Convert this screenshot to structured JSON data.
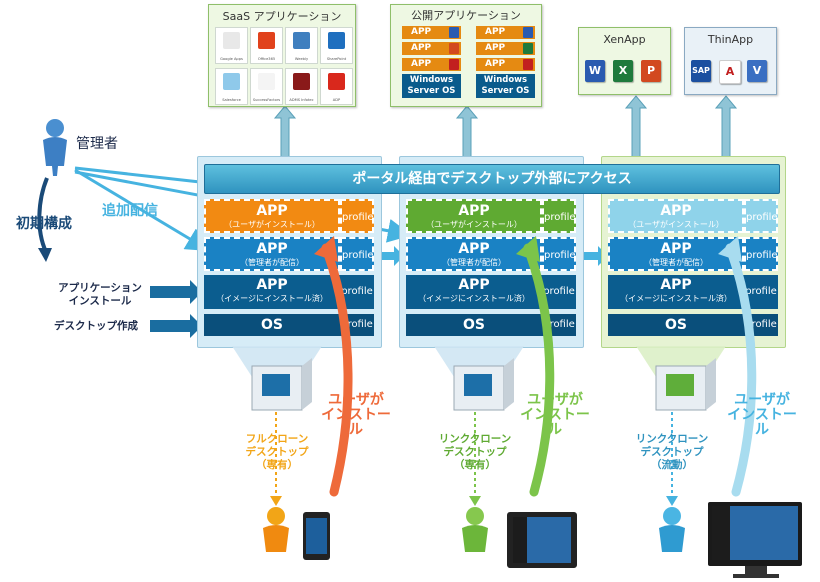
{
  "colors": {
    "panel1": "#d6ecf7",
    "panel2": "#d6ecf7",
    "panel3": "#e6f3d3",
    "app_user1": "#f28a12",
    "app_user2": "#5faa32",
    "app_user3": "#8fd3ea",
    "app_admin": "#1a82c4",
    "app_image": "#0b5d8f",
    "os": "#0a4f7b",
    "arrow_blue": "#46b3e0",
    "arrow_orange": "#ee6a3a",
    "arrow_green": "#7cc44a",
    "arrow_lightblue": "#a8dcef"
  },
  "saas": {
    "title": "SaaS アプリケーション",
    "apps": [
      {
        "label": "Google Apps",
        "icon": "google-icon",
        "color": "#e8e8e8"
      },
      {
        "label": "Office365",
        "icon": "office365-icon",
        "color": "#e1421c"
      },
      {
        "label": "Weebly",
        "icon": "weebly-icon",
        "color": "#3f7fbf"
      },
      {
        "label": "SharePoint",
        "icon": "sharepoint-icon",
        "color": "#1f6fbf"
      },
      {
        "label": "Salesforce",
        "icon": "salesforce-icon",
        "color": "#8fc9ea"
      },
      {
        "label": "SuccessFactors",
        "icon": "heart-icon",
        "color": "#f4f4f4"
      },
      {
        "label": "ADMS Infotec",
        "icon": "a-icon",
        "color": "#8a1a1a"
      },
      {
        "label": "ADP",
        "icon": "adp-icon",
        "color": "#d9281c"
      }
    ]
  },
  "public_apps": {
    "title": "公開アプリケーション",
    "app_label": "APP",
    "os_label": "Windows Server OS"
  },
  "xenapp": {
    "title": "XenApp"
  },
  "thinapp": {
    "title": "ThinApp",
    "icons": [
      "SAP",
      "A",
      "V"
    ]
  },
  "admin": {
    "label": "管理者"
  },
  "flows": {
    "initial_setup": "初期構成",
    "additional_delivery": "追加配信",
    "app_install": "アプリケーション\nインストール",
    "desktop_create": "デスクトップ作成"
  },
  "portal": {
    "label": "ポータル経由でデスクトップ外部にアクセス"
  },
  "layers": {
    "app_label": "APP",
    "user_installed": "（ユーザがインストール）",
    "admin_delivered": "（管理者が配信）",
    "image_installed": "（イメージにインストール済）",
    "os_label": "OS",
    "profile_label": "profile"
  },
  "desktops": [
    {
      "type_label": "フルクローン\nデスクトップ\n（専有）",
      "install_label": "ユーザが\nインストール"
    },
    {
      "type_label": "リンククローン\nデスクトップ\n（専有）",
      "install_label": "ユーザが\nインストール"
    },
    {
      "type_label": "リンククローン\nデスクトップ\n（流動）",
      "install_label": "ユーザが\nインストール"
    }
  ]
}
